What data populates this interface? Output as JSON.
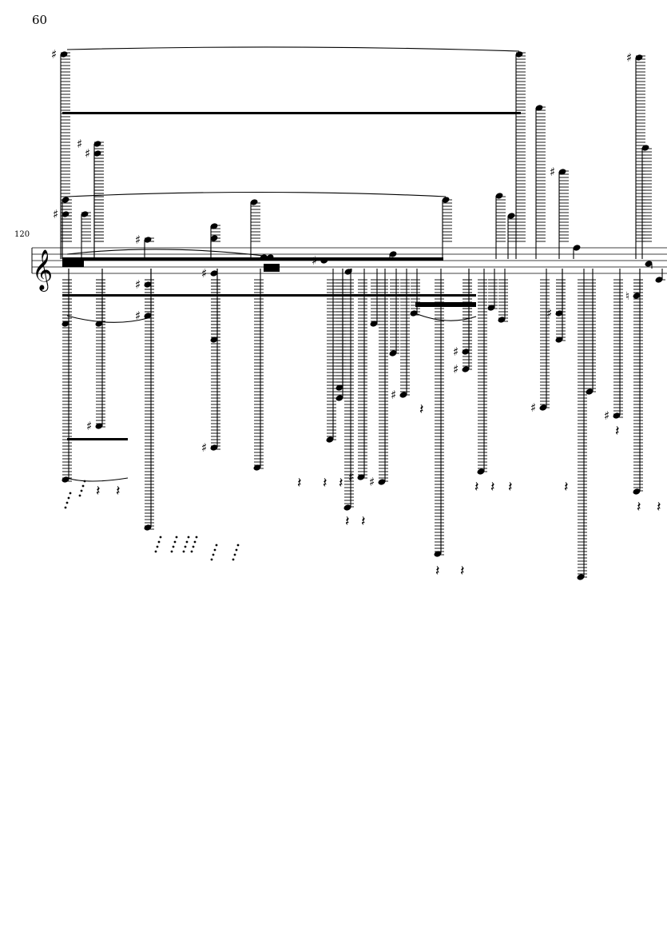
{
  "page": {
    "number": "60"
  },
  "system": {
    "measure_number": "120",
    "clef": "treble"
  },
  "colors": {
    "ink": "#000000",
    "paper": "#ffffff"
  }
}
